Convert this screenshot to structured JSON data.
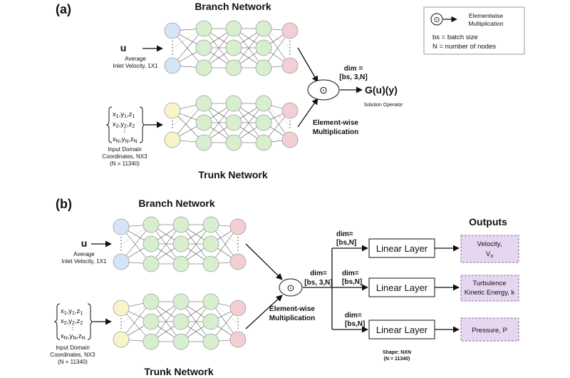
{
  "panel_a": {
    "label": "(a)",
    "branch_title": "Branch Network",
    "trunk_title": "Trunk Network",
    "branch_input_symbol": "u",
    "branch_input_line1": "Average",
    "branch_input_line2": "Inlet Velocity, 1X1",
    "trunk_rows": [
      {
        "b1": "x",
        "s1": "1",
        "b2": ",y",
        "s2": "1",
        "b3": ",z",
        "s3": "1"
      },
      {
        "b1": "x",
        "s1": "2",
        "b2": ",y",
        "s2": "2",
        "b3": ",z",
        "s3": "2"
      },
      {
        "b1": "x",
        "s1": "N",
        "b2": ",y",
        "s2": "N",
        "b3": ",z",
        "s3": "N"
      }
    ],
    "trunk_input_line1": "Input Domain",
    "trunk_input_line2": "Coordinates, NX3",
    "trunk_input_line3": "(N = 11340)",
    "dim_line1": "dim =",
    "dim_line2": "[bs, 3,N]",
    "odot": "⊙",
    "output_label": "G(u)(y)",
    "output_caption": "Solution Operator",
    "ew_line1": "Element-wise",
    "ew_line2": "Multiplication"
  },
  "legend": {
    "symbol": "⊙",
    "line1": "Elementwise",
    "line2": "Multiplication",
    "bs_text": "bs = batch size",
    "n_text": "N = number of nodes"
  },
  "panel_b": {
    "label": "(b)",
    "branch_title": "Branch Network",
    "trunk_title": "Trunk Network",
    "branch_input_symbol": "u",
    "branch_input_line1": "Average",
    "branch_input_line2": "Inlet Velocity, 1X1",
    "trunk_rows": [
      {
        "b1": "x",
        "s1": "1",
        "b2": ",y",
        "s2": "1",
        "b3": ",z",
        "s3": "1"
      },
      {
        "b1": "x",
        "s1": "2",
        "b2": ",y",
        "s2": "2",
        "b3": ",z",
        "s3": "2"
      },
      {
        "b1": "x",
        "s1": "N",
        "b2": ",y",
        "s2": "N",
        "b3": ",z",
        "s3": "N"
      }
    ],
    "trunk_input_line1": "Input Domain",
    "trunk_input_line2": "Coordinates, NX3",
    "trunk_input_line3": "(N = 11340)",
    "dim_line1": "dim=",
    "dim_line2": "[bs, 3,N]",
    "odot": "⊙",
    "ew_line1": "Element-wise",
    "ew_line2": "Multiplication",
    "outputs_title": "Outputs",
    "linear_layers": [
      {
        "label": "Linear Layer",
        "dim1": "dim=",
        "dim2": "[bs,N]"
      },
      {
        "label": "Linear Layer",
        "dim1": "dim=",
        "dim2": "[bs,N]"
      },
      {
        "label": "Linear Layer",
        "dim1": "dim=",
        "dim2": "[bs,N]"
      }
    ],
    "outputs": [
      {
        "line1": "Velocity,",
        "line2": "V",
        "sub": "o"
      },
      {
        "line1": "Turbulence",
        "line2": "Kinetic Energy, k",
        "sub": ""
      },
      {
        "line1": "Pressure, P",
        "line2": "",
        "sub": ""
      }
    ],
    "shape_line1": "Shape: NXN",
    "shape_line2": "(N = 11340)"
  },
  "colors": {
    "blue_node": "#d6e4f7",
    "green_node": "#d8efcf",
    "yellow_node": "#f8f4c8",
    "red_node": "#f3cfd3",
    "output_box": "#e6d6ef",
    "output_border": "#8d6e9f",
    "node_stroke": "#9aa0a0"
  }
}
